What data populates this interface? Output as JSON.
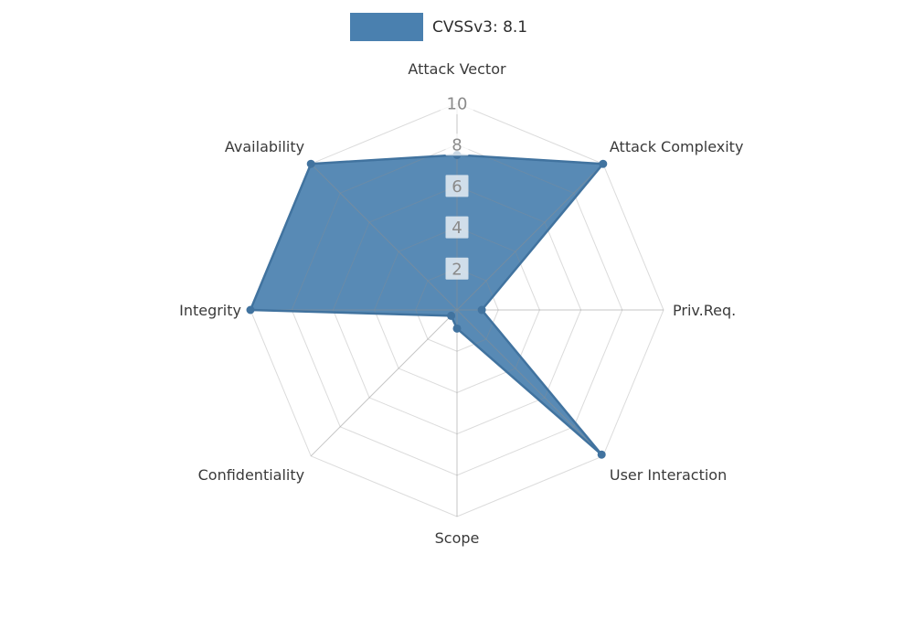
{
  "legend": {
    "label": "CVSSv3: 8.1",
    "swatch_color": "#4a80af"
  },
  "chart_data": {
    "type": "radar",
    "title": "CVSSv3: 8.1",
    "categories": [
      "Attack Vector",
      "Attack Complexity",
      "Priv.Req.",
      "User Interaction",
      "Scope",
      "Confidentiality",
      "Integrity",
      "Availability"
    ],
    "values": [
      7.5,
      10,
      1.2,
      9.9,
      0.9,
      0.4,
      10,
      10
    ],
    "ticks": [
      2,
      4,
      6,
      8,
      10
    ],
    "rmax": 10,
    "legend_position": "top-center",
    "grid": true,
    "fill_color": "#4a80af",
    "line_color": "#41739f",
    "marker_color": "#41739f",
    "grid_color": "#8f8f8f",
    "axis_label_color": "#3a3a3a",
    "tick_label_color": "#8a8a8a",
    "tick_box_color": "#ffffff"
  }
}
